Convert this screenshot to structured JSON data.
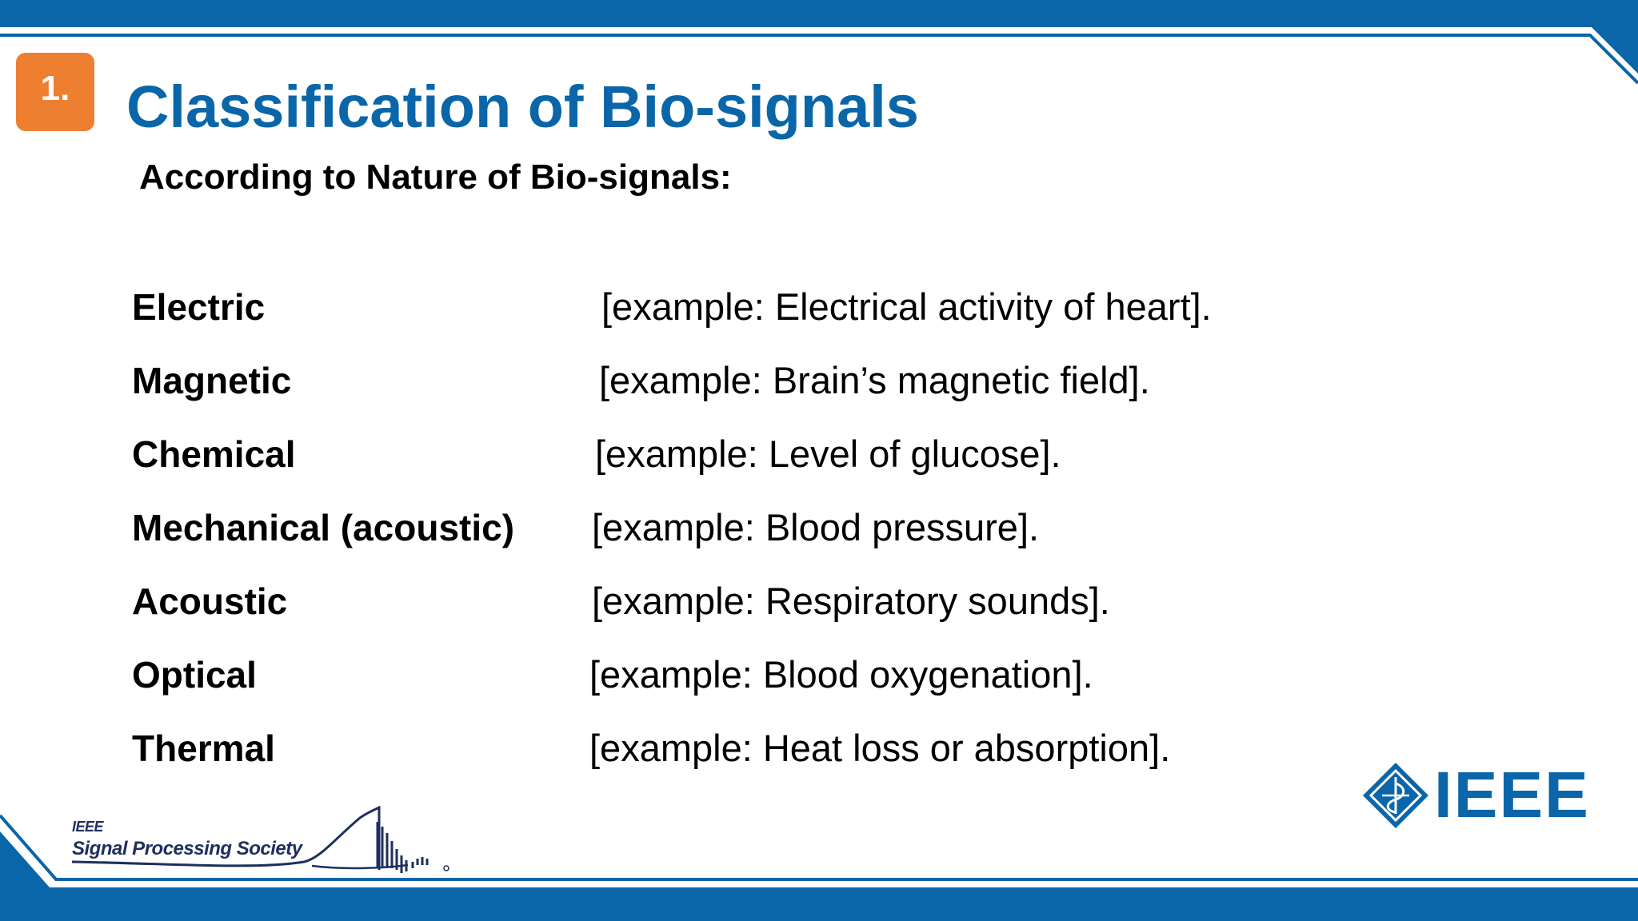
{
  "slide": {
    "number": "1.",
    "title": "Classification of Bio-signals",
    "subtitle": "According to Nature of Bio-signals:"
  },
  "signals": [
    {
      "type": "Electric",
      "example": "[example: Electrical activity of heart]."
    },
    {
      "type": "Magnetic",
      "example": "[example: Brain’s magnetic field]."
    },
    {
      "type": "Chemical",
      "example": "[example: Level of glucose]."
    },
    {
      "type": "Mechanical (acoustic)",
      "example": "[example: Blood pressure]."
    },
    {
      "type": "Acoustic",
      "example": "[example: Respiratory sounds]."
    },
    {
      "type": "Optical",
      "example": "[example: Blood oxygenation]."
    },
    {
      "type": "Thermal",
      "example": "[example: Heat loss or absorption]."
    }
  ],
  "logos": {
    "sps_line1": "IEEE",
    "sps_line2": "Signal Processing Society",
    "ieee": "IEEE"
  },
  "colors": {
    "frame_blue": "#0a66a8",
    "badge_orange": "#ee7f31",
    "title_blue": "#0a66a8"
  }
}
